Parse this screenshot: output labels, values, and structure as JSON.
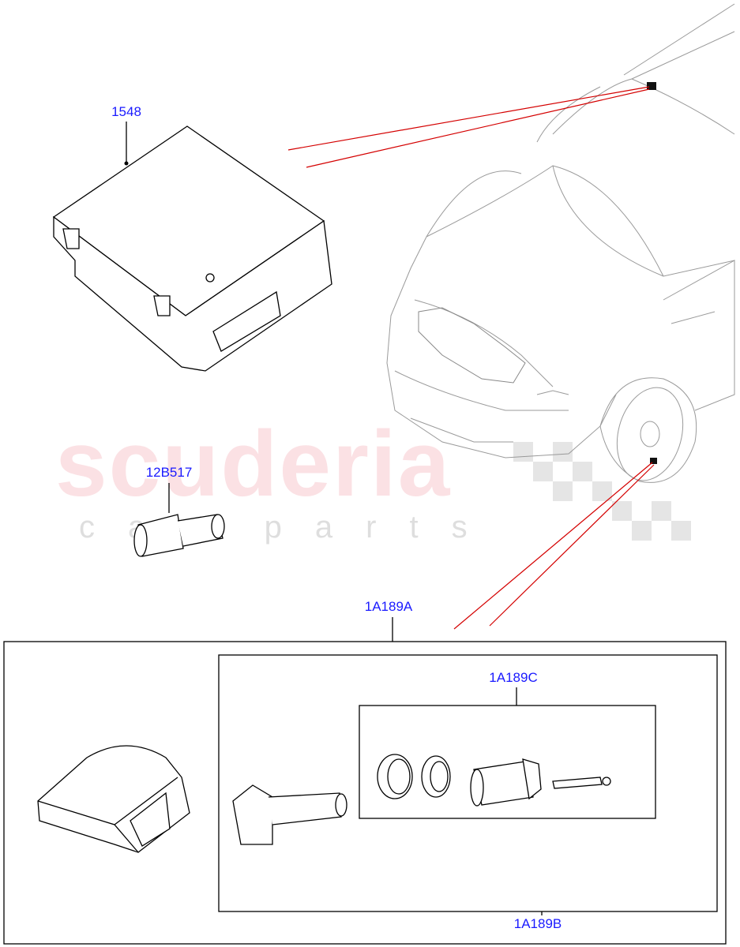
{
  "watermark": {
    "brand": "scuderia",
    "tagline": "car parts"
  },
  "labels": {
    "control_module": "1548",
    "valve_cap": "12B517",
    "sensor_kit": "1A189A",
    "valve_service_kit": "1A189C",
    "sensor_assembly": "1A189B"
  },
  "colors": {
    "label": "#1a1aff",
    "pointer_line": "#d40000",
    "outline": "#000000",
    "vehicle": "#999999"
  }
}
